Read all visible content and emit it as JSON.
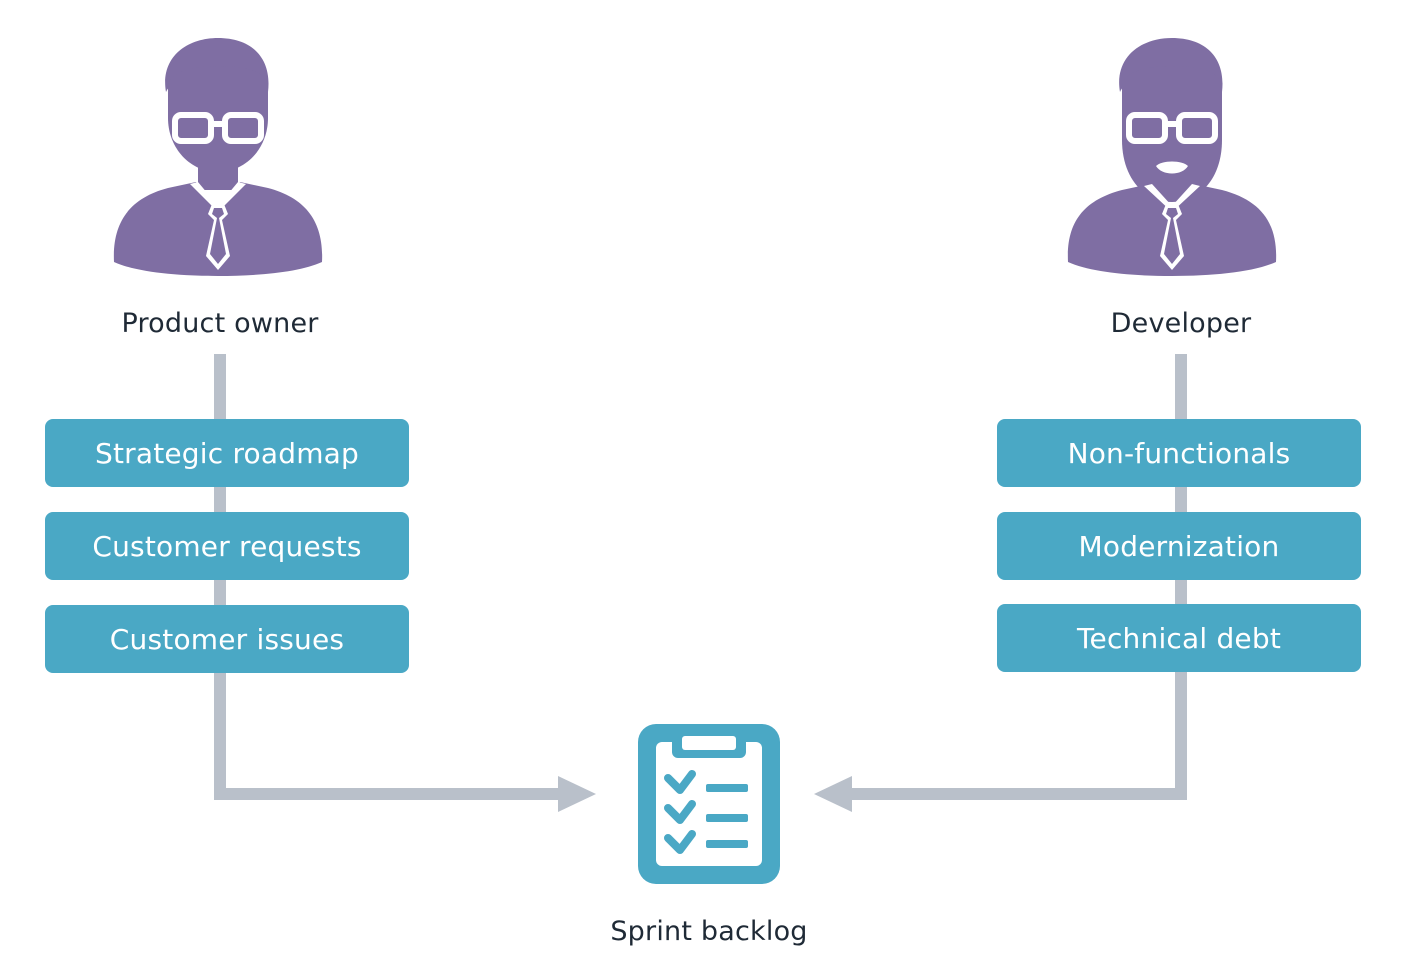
{
  "colors": {
    "person": "#7f6ea3",
    "item_box": "#4aa8c5",
    "connector": "#b9c0ca",
    "label_text": "#1f2a36",
    "item_text": "#ffffff"
  },
  "product_owner": {
    "label": "Product owner",
    "icon": "businessman-glasses-icon",
    "items": [
      "Strategic roadmap",
      "Customer requests",
      "Customer issues"
    ]
  },
  "developer": {
    "label": "Developer",
    "icon": "bearded-man-glasses-icon",
    "items": [
      "Non-functionals",
      "Modernization",
      "Technical debt"
    ]
  },
  "sprint_backlog": {
    "label": "Sprint backlog",
    "icon": "clipboard-checklist-icon"
  }
}
